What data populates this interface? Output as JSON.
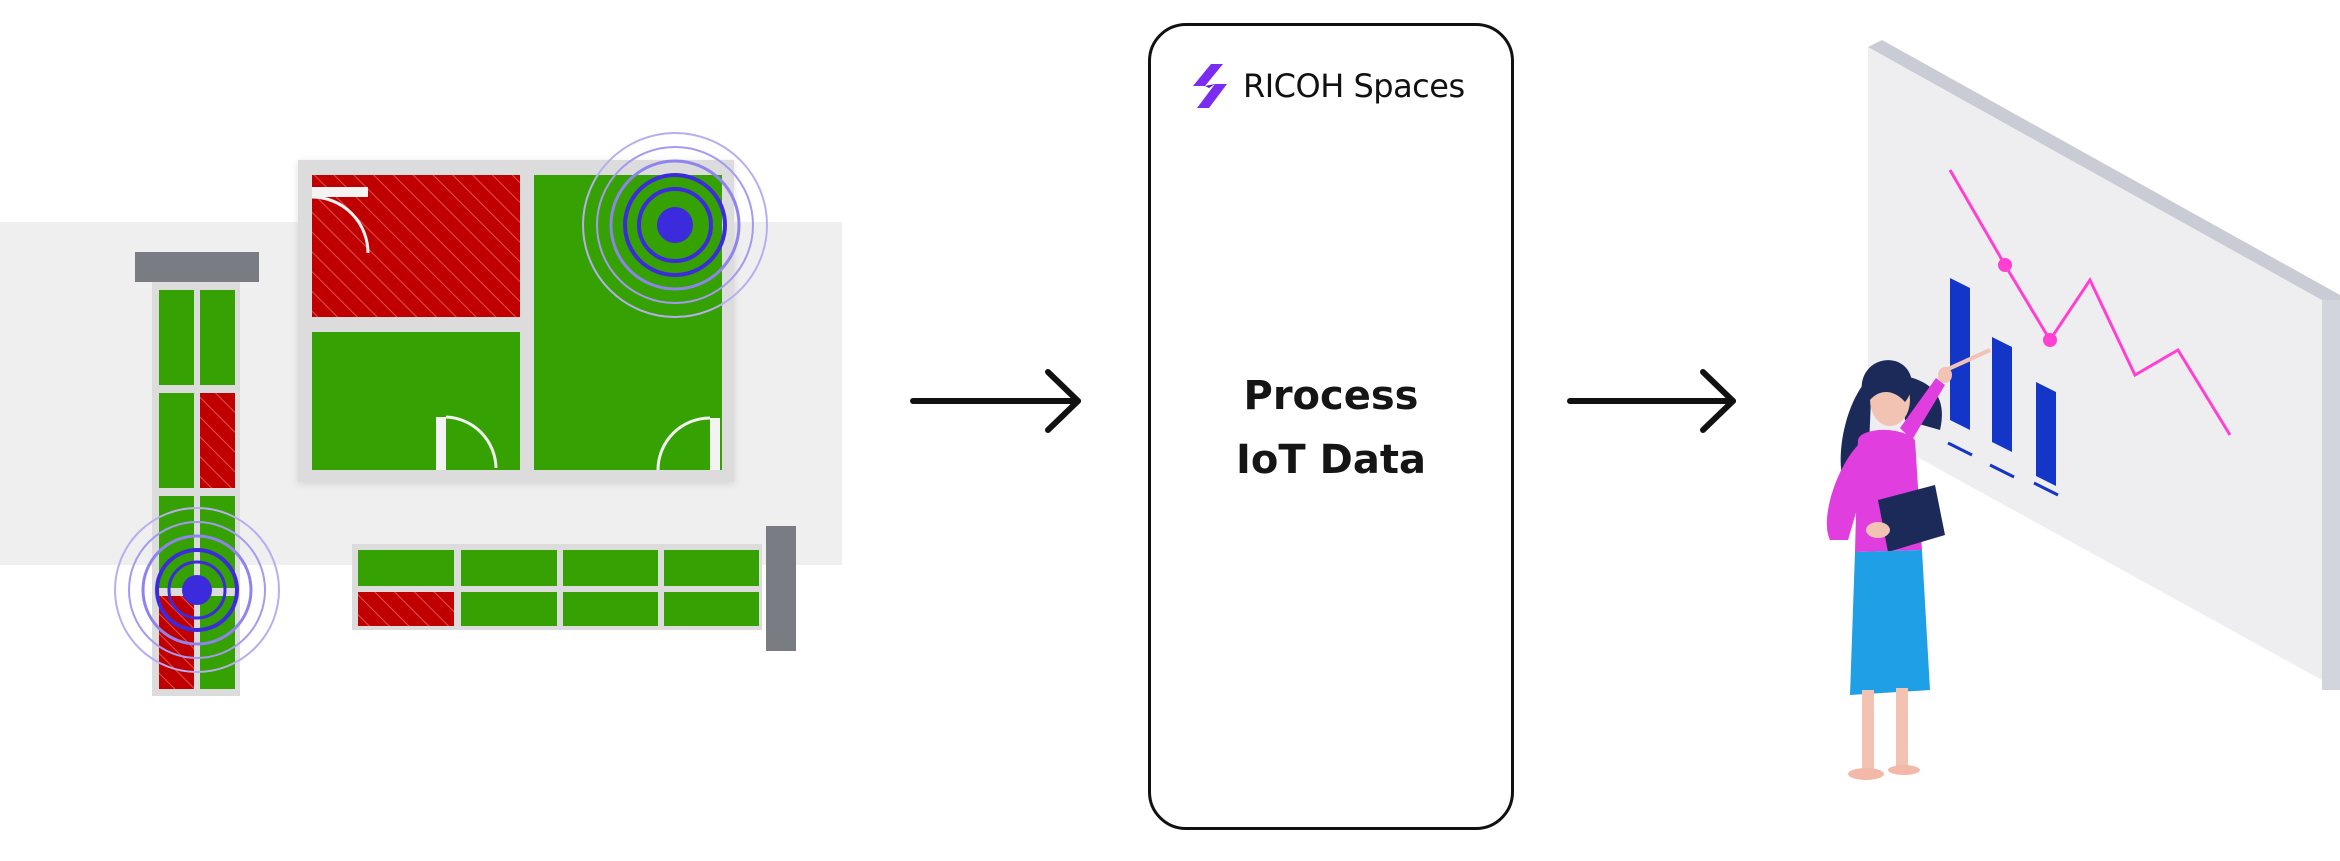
{
  "card": {
    "brand_name": "RICOH Spaces",
    "line1": "Process",
    "line2": "IoT Data"
  },
  "colors": {
    "occupied": "#c00000",
    "free": "#35a102",
    "sensor": "#3c2bdc",
    "brand_purple": "#7a2cf0",
    "chart_bar": "#1436c8",
    "chart_line": "#ff40d0",
    "presenter_top": "#e13ee0",
    "presenter_skirt": "#1e9fe6"
  },
  "icons": [
    "floorplan-illustration",
    "arrow-right-icon",
    "ricoh-spaces-logo-icon",
    "analytics-board-illustration",
    "presenter-person-illustration"
  ]
}
